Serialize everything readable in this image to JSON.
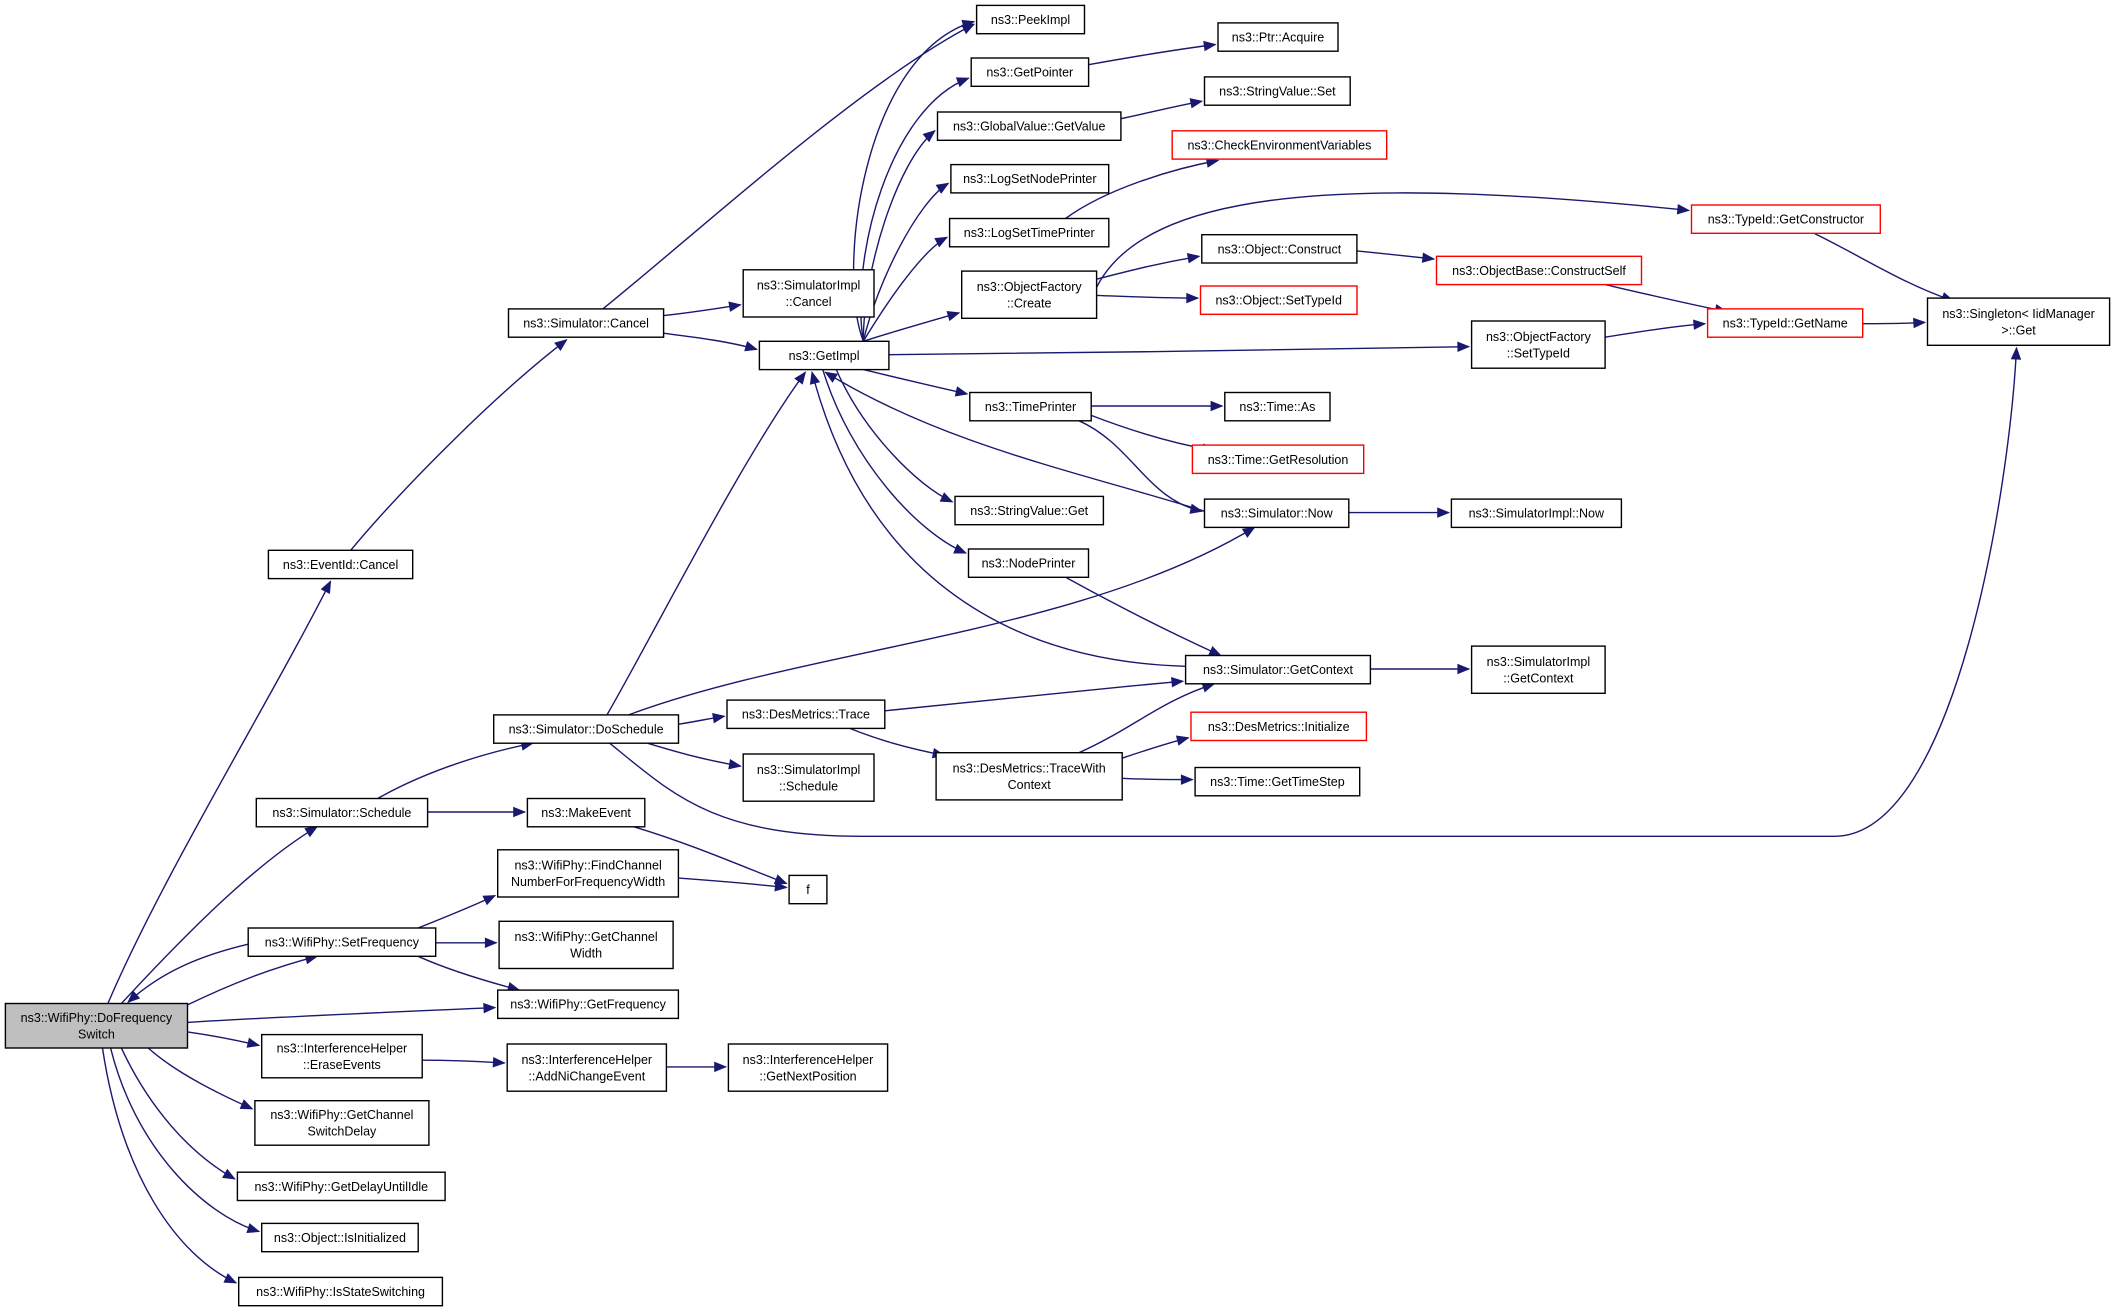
{
  "graph": {
    "nodes": [
      {
        "id": "n_root",
        "lines": [
          "ns3::WifiPhy::DoFrequency",
          "Switch"
        ],
        "kind": "root"
      },
      {
        "id": "n_eventid_cancel",
        "lines": [
          "ns3::EventId::Cancel"
        ],
        "kind": "normal"
      },
      {
        "id": "n_sim_cancel",
        "lines": [
          "ns3::Simulator::Cancel"
        ],
        "kind": "normal"
      },
      {
        "id": "n_simimpl_cancel",
        "lines": [
          "ns3::SimulatorImpl",
          "::Cancel"
        ],
        "kind": "normal"
      },
      {
        "id": "n_getimpl",
        "lines": [
          "ns3::GetImpl"
        ],
        "kind": "normal"
      },
      {
        "id": "n_peekimpl",
        "lines": [
          "ns3::PeekImpl"
        ],
        "kind": "normal"
      },
      {
        "id": "n_getpointer",
        "lines": [
          "ns3::GetPointer"
        ],
        "kind": "normal"
      },
      {
        "id": "n_ptr_acquire",
        "lines": [
          "ns3::Ptr::Acquire"
        ],
        "kind": "normal"
      },
      {
        "id": "n_gv_getvalue",
        "lines": [
          "ns3::GlobalValue::GetValue"
        ],
        "kind": "normal"
      },
      {
        "id": "n_strval_set",
        "lines": [
          "ns3::StringValue::Set"
        ],
        "kind": "normal"
      },
      {
        "id": "n_checkenv",
        "lines": [
          "ns3::CheckEnvironmentVariables"
        ],
        "kind": "truncated"
      },
      {
        "id": "n_lognodeprinter",
        "lines": [
          "ns3::LogSetNodePrinter"
        ],
        "kind": "normal"
      },
      {
        "id": "n_logtimeprinter",
        "lines": [
          "ns3::LogSetTimePrinter"
        ],
        "kind": "normal"
      },
      {
        "id": "n_typeid_getctor",
        "lines": [
          "ns3::TypeId::GetConstructor"
        ],
        "kind": "truncated"
      },
      {
        "id": "n_obj_construct",
        "lines": [
          "ns3::Object::Construct"
        ],
        "kind": "normal"
      },
      {
        "id": "n_objfactory_create",
        "lines": [
          "ns3::ObjectFactory",
          "::Create"
        ],
        "kind": "normal"
      },
      {
        "id": "n_objbase_constructself",
        "lines": [
          "ns3::ObjectBase::ConstructSelf"
        ],
        "kind": "truncated"
      },
      {
        "id": "n_obj_settypeid",
        "lines": [
          "ns3::Object::SetTypeId"
        ],
        "kind": "truncated"
      },
      {
        "id": "n_singleton_get",
        "lines": [
          "ns3::Singleton< IidManager",
          ">::Get"
        ],
        "kind": "normal"
      },
      {
        "id": "n_objfactory_settypeid",
        "lines": [
          "ns3::ObjectFactory",
          "::SetTypeId"
        ],
        "kind": "normal"
      },
      {
        "id": "n_typeid_getname",
        "lines": [
          "ns3::TypeId::GetName"
        ],
        "kind": "truncated"
      },
      {
        "id": "n_timeprinter",
        "lines": [
          "ns3::TimePrinter"
        ],
        "kind": "normal"
      },
      {
        "id": "n_time_as",
        "lines": [
          "ns3::Time::As"
        ],
        "kind": "normal"
      },
      {
        "id": "n_time_getres",
        "lines": [
          "ns3::Time::GetResolution"
        ],
        "kind": "truncated"
      },
      {
        "id": "n_strval_get",
        "lines": [
          "ns3::StringValue::Get"
        ],
        "kind": "normal"
      },
      {
        "id": "n_sim_now",
        "lines": [
          "ns3::Simulator::Now"
        ],
        "kind": "normal"
      },
      {
        "id": "n_simimpl_now",
        "lines": [
          "ns3::SimulatorImpl::Now"
        ],
        "kind": "normal"
      },
      {
        "id": "n_nodeprinter",
        "lines": [
          "ns3::NodePrinter"
        ],
        "kind": "normal"
      },
      {
        "id": "n_sim_getcontext",
        "lines": [
          "ns3::Simulator::GetContext"
        ],
        "kind": "normal"
      },
      {
        "id": "n_simimpl_getcontext",
        "lines": [
          "ns3::SimulatorImpl",
          "::GetContext"
        ],
        "kind": "normal"
      },
      {
        "id": "n_sim_doschedule",
        "lines": [
          "ns3::Simulator::DoSchedule"
        ],
        "kind": "normal"
      },
      {
        "id": "n_desmetrics_trace",
        "lines": [
          "ns3::DesMetrics::Trace"
        ],
        "kind": "normal"
      },
      {
        "id": "n_desmetrics_tracectx",
        "lines": [
          "ns3::DesMetrics::TraceWith",
          "Context"
        ],
        "kind": "normal"
      },
      {
        "id": "n_desmetrics_init",
        "lines": [
          "ns3::DesMetrics::Initialize"
        ],
        "kind": "truncated"
      },
      {
        "id": "n_time_gettimestep",
        "lines": [
          "ns3::Time::GetTimeStep"
        ],
        "kind": "normal"
      },
      {
        "id": "n_simimpl_schedule",
        "lines": [
          "ns3::SimulatorImpl",
          "::Schedule"
        ],
        "kind": "normal"
      },
      {
        "id": "n_sim_schedule",
        "lines": [
          "ns3::Simulator::Schedule"
        ],
        "kind": "normal"
      },
      {
        "id": "n_makeevent",
        "lines": [
          "ns3::MakeEvent"
        ],
        "kind": "normal"
      },
      {
        "id": "n_f",
        "lines": [
          "f"
        ],
        "kind": "normal"
      },
      {
        "id": "n_findchannel",
        "lines": [
          "ns3::WifiPhy::FindChannel",
          "NumberForFrequencyWidth"
        ],
        "kind": "normal"
      },
      {
        "id": "n_setfrequency",
        "lines": [
          "ns3::WifiPhy::SetFrequency"
        ],
        "kind": "normal"
      },
      {
        "id": "n_getchannelwidth",
        "lines": [
          "ns3::WifiPhy::GetChannel",
          "Width"
        ],
        "kind": "normal"
      },
      {
        "id": "n_getfrequency",
        "lines": [
          "ns3::WifiPhy::GetFrequency"
        ],
        "kind": "normal"
      },
      {
        "id": "n_ih_eraseevents",
        "lines": [
          "ns3::InterferenceHelper",
          "::EraseEvents"
        ],
        "kind": "normal"
      },
      {
        "id": "n_ih_addnichange",
        "lines": [
          "ns3::InterferenceHelper",
          "::AddNiChangeEvent"
        ],
        "kind": "normal"
      },
      {
        "id": "n_ih_getnextpos",
        "lines": [
          "ns3::InterferenceHelper",
          "::GetNextPosition"
        ],
        "kind": "normal"
      },
      {
        "id": "n_getchannelswitchdelay",
        "lines": [
          "ns3::WifiPhy::GetChannel",
          "SwitchDelay"
        ],
        "kind": "normal"
      },
      {
        "id": "n_getdelayuntilidle",
        "lines": [
          "ns3::WifiPhy::GetDelayUntilIdle"
        ],
        "kind": "normal"
      },
      {
        "id": "n_obj_isinit",
        "lines": [
          "ns3::Object::IsInitialized"
        ],
        "kind": "normal"
      },
      {
        "id": "n_isstateswitching",
        "lines": [
          "ns3::WifiPhy::IsStateSwitching"
        ],
        "kind": "normal"
      }
    ]
  },
  "colors": {
    "edge": "#191970",
    "node_border": "#000000",
    "truncated_border": "#ff0000",
    "root_fill": "#bfbfbf",
    "node_fill": "#ffffff"
  }
}
